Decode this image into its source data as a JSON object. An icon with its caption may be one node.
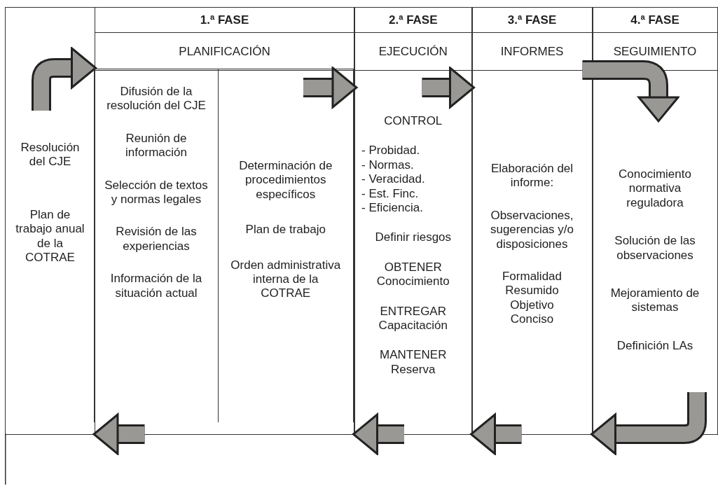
{
  "diagram": {
    "nodes": [
      {
        "text": [
          "Resolución del CJE",
          "Plan de trabajo anual de la COTRAE"
        ]
      },
      {
        "text": [
          "1.ª FASE",
          "PLANIFICACIÓN"
        ]
      },
      {
        "text": [
          "Difusión de la resolución del CJE",
          "Reunión de información",
          "Selección de textos y normas legales",
          "Revisión de las experiencias",
          "Información de la situación actual"
        ],
        "in": 1
      },
      {
        "text": [
          "Determinación de procedimientos específicos",
          "Plan de trabajo",
          "Orden administrativa interna de la COTRAE"
        ],
        "in": 1
      },
      {
        "text": [
          "2.ª FASE",
          "EJECUCIÓN",
          "CONTROL",
          "- Probidad.",
          "- Normas.",
          "- Veracidad.",
          "- Est. Finc.",
          "- Eficiencia.",
          "Definir riesgos",
          "OBTENER Conocimiento",
          "ENTREGAR Capacitación",
          "MANTENER Reserva"
        ]
      },
      {
        "text": [
          "3.ª FASE",
          "INFORMES",
          "Elaboración del informe:",
          "Observaciones, sugerencias y/o disposiciones",
          "Formalidad",
          "Resumido",
          "Objetivo",
          "Conciso"
        ]
      },
      {
        "text": [
          "4.ª FASE",
          "SEGUIMIENTO",
          "Conocimiento normativa reguladora",
          "Solución de las observaciones",
          "Mejoramiento de sistemas",
          "Definición LAs"
        ]
      }
    ],
    "edges": [
      {
        "from": 0,
        "to": 1,
        "arrow": "to"
      },
      {
        "from": 3,
        "to": 4,
        "arrow": "to"
      },
      {
        "from": 4,
        "to": 5,
        "arrow": "to"
      },
      {
        "from": 5,
        "to": 6,
        "arrow": "to"
      },
      {
        "from": 6,
        "to": 5,
        "arrow": "to"
      },
      {
        "from": 5,
        "to": 4,
        "arrow": "to"
      },
      {
        "from": 4,
        "to": 1,
        "arrow": "to"
      },
      {
        "from": 1,
        "to": 0,
        "arrow": "to"
      }
    ]
  }
}
